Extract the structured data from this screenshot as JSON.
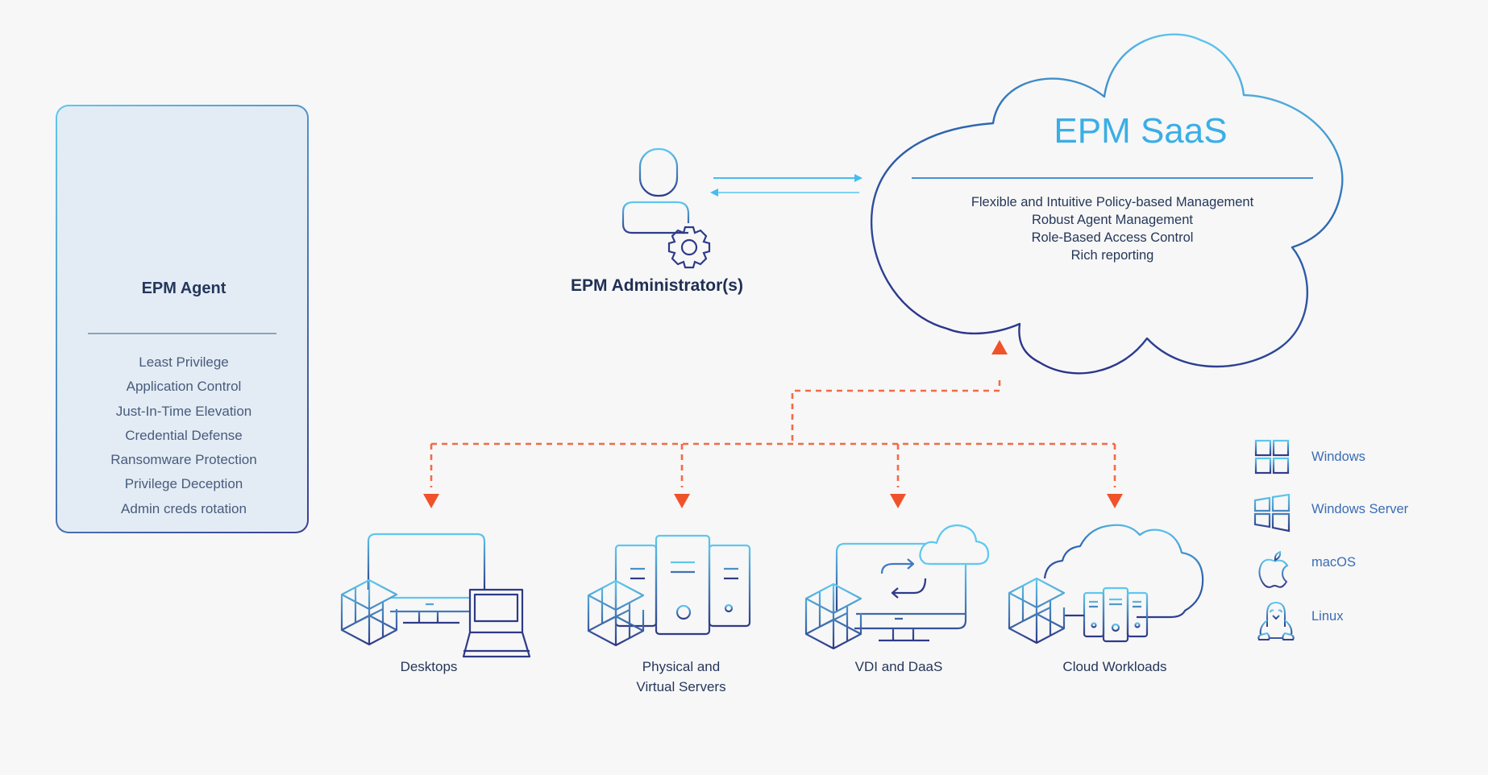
{
  "agent": {
    "title": "EPM Agent",
    "icon": "agent-magnifier-cube-icon",
    "features": [
      "Least Privilege",
      "Application Control",
      "Just-In-Time Elevation",
      "Credential Defense",
      "Ransomware Protection",
      "Privilege Deception",
      "Admin creds rotation"
    ]
  },
  "admin": {
    "label": "EPM Administrator(s)",
    "icon": "user-gear-icon"
  },
  "saas": {
    "title": "EPM SaaS",
    "features": [
      "Flexible and Intuitive Policy-based Management",
      "Robust Agent Management",
      "Role-Based Access Control",
      "Rich reporting"
    ]
  },
  "endpoints": [
    {
      "label_line1": "Desktops",
      "label_line2": "",
      "icon": "desktop-laptop-icon"
    },
    {
      "label_line1": "Physical and",
      "label_line2": "Virtual Servers",
      "icon": "servers-icon"
    },
    {
      "label_line1": "VDI and DaaS",
      "label_line2": "",
      "icon": "vdi-monitor-cloud-icon"
    },
    {
      "label_line1": "Cloud Workloads",
      "label_line2": "",
      "icon": "cloud-servers-icon"
    }
  ],
  "os_legend": [
    {
      "label": "Windows",
      "icon": "windows-icon"
    },
    {
      "label": "Windows Server",
      "icon": "windows-server-icon"
    },
    {
      "label": "macOS",
      "icon": "apple-icon"
    },
    {
      "label": "Linux",
      "icon": "linux-penguin-icon"
    }
  ],
  "colors": {
    "background": "#f7f7f7",
    "accent_light": "#5ec8ef",
    "accent_dark": "#2f3a88",
    "connector": "#f0532a",
    "text_dark": "#26375a",
    "os_text": "#3a6db4"
  }
}
